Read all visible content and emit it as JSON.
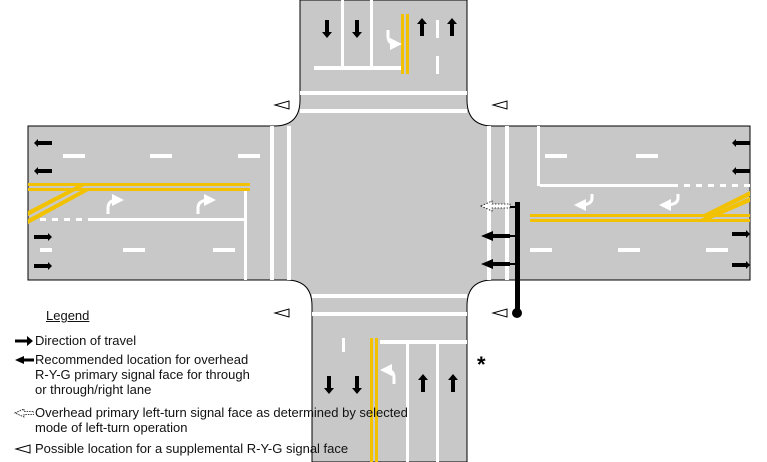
{
  "legend": {
    "title": "Legend",
    "items": [
      {
        "symbol": "direction-arrow",
        "text": "Direction of travel"
      },
      {
        "symbol": "overhead-signal-arrow",
        "text": "Recommended location for overhead\nR-Y-G primary signal face for through\nor through/right lane"
      },
      {
        "symbol": "left-turn-signal-arrow",
        "text": "Overhead primary left-turn signal face as determined by selected\nmode of left-turn operation"
      },
      {
        "symbol": "supplemental-signal-triangle",
        "text": "Possible location for a supplemental R-Y-G signal face"
      }
    ]
  },
  "footnote_marker": "*",
  "colors": {
    "pavement": "#c8c8c8",
    "lane_line": "#ffffff",
    "centerline": "#f2c200",
    "outline": "#000000"
  }
}
